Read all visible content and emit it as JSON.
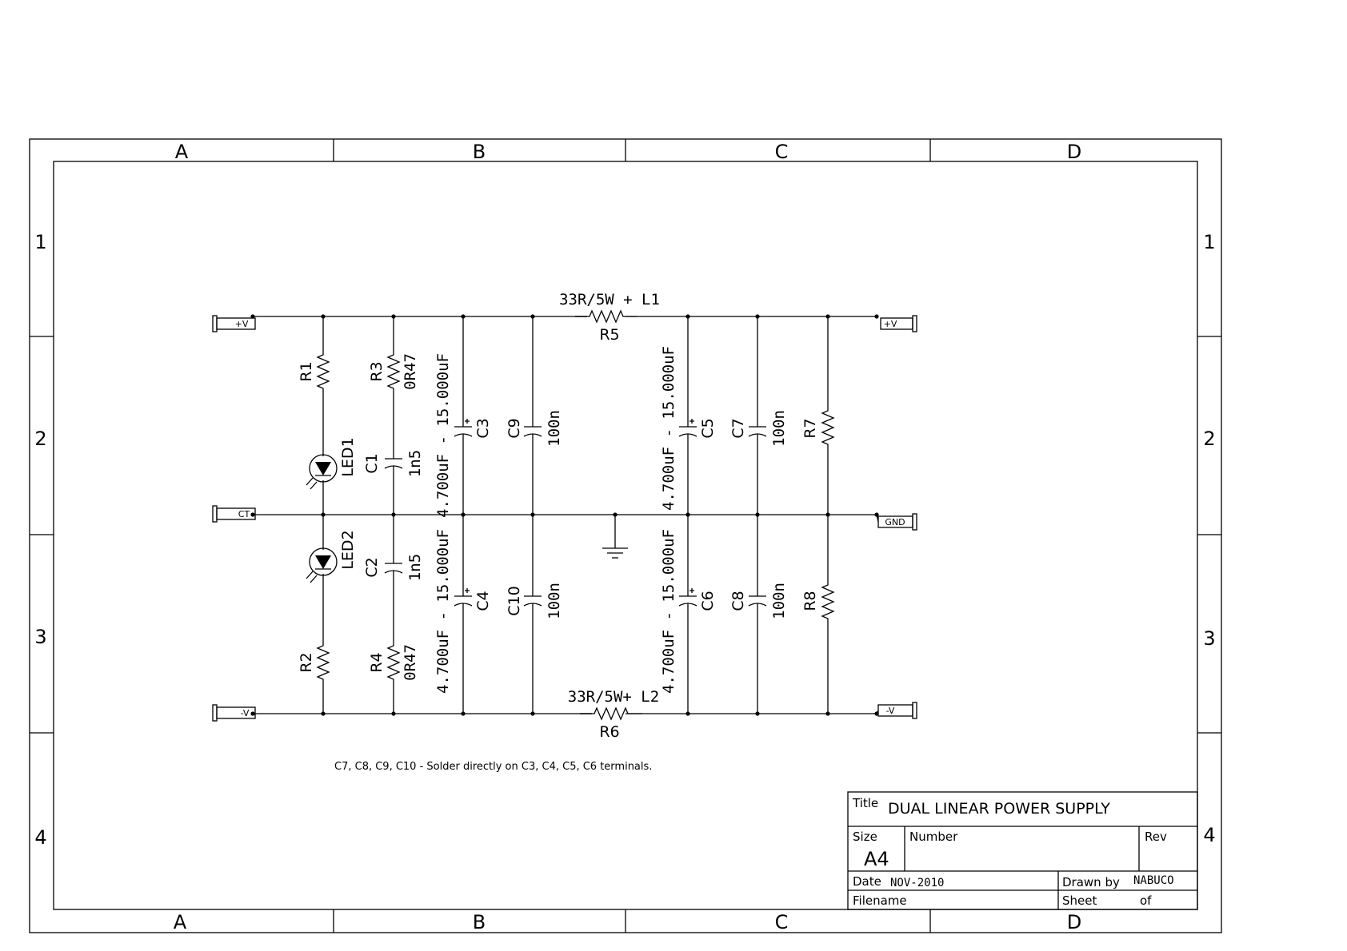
{
  "frame": {
    "columns": [
      "A",
      "B",
      "C",
      "D"
    ],
    "rows": [
      "1",
      "2",
      "3",
      "4"
    ]
  },
  "ports": {
    "plus_left": "+V",
    "ct": "CT",
    "minus_left": "-V",
    "plus_right": "+V",
    "gnd": "GND",
    "minus_right": "-V"
  },
  "components": {
    "R1": {
      "ref": "R1"
    },
    "R2": {
      "ref": "R2"
    },
    "R3": {
      "ref": "R3",
      "value": "0R47"
    },
    "R4": {
      "ref": "R4",
      "value": "0R47"
    },
    "R5": {
      "ref": "R5",
      "value": "33R/5W + L1"
    },
    "R6": {
      "ref": "R6",
      "value": "33R/5W+ L2"
    },
    "R7": {
      "ref": "R7"
    },
    "R8": {
      "ref": "R8"
    },
    "LED1": {
      "ref": "LED1"
    },
    "LED2": {
      "ref": "LED2"
    },
    "C1": {
      "ref": "C1",
      "value": "1n5"
    },
    "C2": {
      "ref": "C2",
      "value": "1n5"
    },
    "C3": {
      "ref": "C3",
      "value": "4.700uF - 15.000uF"
    },
    "C4": {
      "ref": "C4",
      "value": "4.700uF - 15.000uF"
    },
    "C5": {
      "ref": "C5",
      "value": "4.700uF - 15.000uF"
    },
    "C6": {
      "ref": "C6",
      "value": "4.700uF - 15.000uF"
    },
    "C7": {
      "ref": "C7",
      "value": "100n"
    },
    "C8": {
      "ref": "C8",
      "value": "100n"
    },
    "C9": {
      "ref": "C9",
      "value": "100n"
    },
    "C10": {
      "ref": "C10",
      "value": "100n"
    }
  },
  "note": "C7, C8, C9, C10 - Solder directly on C3, C4, C5, C6 terminals.",
  "title_block": {
    "title_label": "Title",
    "title": "DUAL LINEAR POWER SUPPLY",
    "size_label": "Size",
    "size": "A4",
    "number_label": "Number",
    "rev_label": "Rev",
    "date_label": "Date",
    "date": "NOV-2010",
    "drawn_by_label": "Drawn by",
    "drawn_by": "NABUCO",
    "filename_label": "Filename",
    "sheet_label": "Sheet",
    "of_label": "of"
  }
}
